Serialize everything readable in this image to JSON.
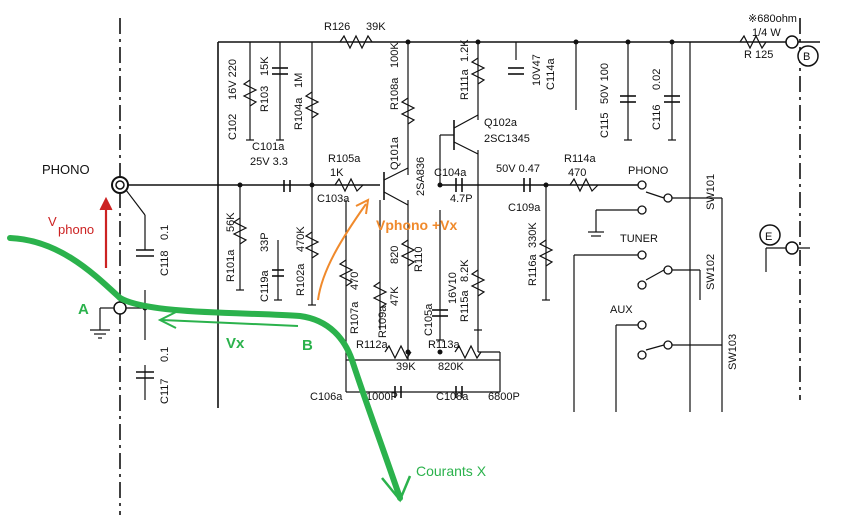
{
  "colors": {
    "ink": "#111111",
    "green": "#2bb24c",
    "orange": "#f08a2c",
    "red": "#cc2222",
    "background": "#ffffff"
  },
  "labels": {
    "phono_input": "PHONO",
    "r126": "R126",
    "r126_value": "39K",
    "r125_value": "※680ohm",
    "r125_power": "1/4 W",
    "r125": "R 125",
    "terminal_b": "B",
    "terminal_e": "E",
    "c102": "C102",
    "c102_value": "16V 220",
    "r103": "R103",
    "r103_value": "15K",
    "r104a": "R104a",
    "r104a_value": "1M",
    "r108a": "R108a",
    "r108a_value": "100K",
    "r111a": "R111a",
    "r111a_value": "1.2K",
    "c114a": "C114a",
    "c114a_value": "10V47",
    "q102a": "Q102a",
    "q102a_type": "2SC1345",
    "c115": "C115",
    "c115_value": "50V 100",
    "c116": "C116",
    "c116_value": "0.02",
    "c101a": "C101a",
    "c101a_value": "25V 3.3",
    "r105a": "R105a",
    "r105a_value": "1K",
    "c103a": "C103a",
    "q101a": "Q101a",
    "q101a_type": "2SA836",
    "c104a": "C104a",
    "c104a_value": "4.7P",
    "c109a_value": "50V 0.47",
    "c109a": "C109a",
    "r114a": "R114a",
    "r114a_value": "470",
    "sw_phono": "PHONO",
    "sw101": "SW101",
    "sw_tuner": "TUNER",
    "sw102": "SW102",
    "sw_aux": "AUX",
    "sw103": "SW103",
    "r101a": "R101a",
    "r101a_value": "56K",
    "c119a": "C119a",
    "c119a_value": "33P",
    "r102a": "R102a",
    "r102a_value": "470K",
    "r107a": "R107a",
    "r107a_value": "470",
    "r109a": "R109a",
    "r109a_value": "47K",
    "r110": "R110",
    "r110_value": "820",
    "c105a": "C105a",
    "c105a_value": "16V10",
    "r115a": "R115a",
    "r115a_value": "8.2K",
    "r116a": "R116a",
    "r116a_value": "330K",
    "c118": "C118",
    "c118_value": "0.1",
    "c117": "C117",
    "c117_value": "0.1",
    "r112a": "R112a",
    "r112a_value": "39K",
    "r113a": "R113a",
    "r113a_value": "820K",
    "c106a": "C106a",
    "c106a_value": "1000P",
    "c108a": "C108a",
    "c108a_value": "6800P"
  },
  "annotations": {
    "vphono_v": "V",
    "vphono_sub": "phono",
    "point_a": "A",
    "point_b": "B",
    "vx": "Vx",
    "vphono_plus_vx": "Vphono +Vx",
    "courants_x": "Courants X"
  }
}
